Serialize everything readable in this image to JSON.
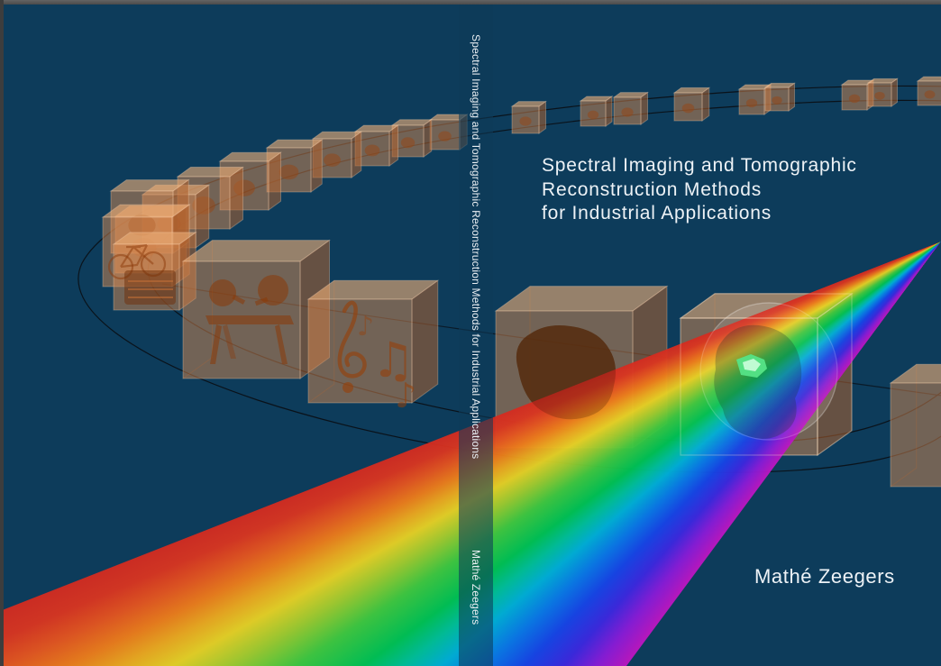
{
  "window": {
    "frame_top_color": "#575757",
    "frame_left_color": "#3d3d3d"
  },
  "cover": {
    "background_color": "#0d3c5b",
    "text_color": "#edf2f6",
    "front": {
      "title_lines": [
        "Spectral Imaging and Tomographic",
        "Reconstruction Methods",
        "for Industrial Applications"
      ],
      "author": "Mathé Zeegers"
    },
    "spine": {
      "title": "Spectral Imaging and Tomographic Reconstruction Methods for Industrial Applications",
      "author": "Mathé Zeegers"
    },
    "artwork": {
      "cube_color": "#d5864d",
      "track_line_color": "#0a0e14",
      "highlight_green": "#55e487",
      "spectrum_colors": [
        "#d42b20",
        "#ee7d1a",
        "#e8d224",
        "#3fc93f",
        "#00c353",
        "#00b0d8",
        "#0a78e8",
        "#3c28e0",
        "#8a1bd8",
        "#c015c0"
      ],
      "cube_content_icons": [
        "bicycle",
        "record-player",
        "table-tennis",
        "music-notes",
        "specimen-blob",
        "scanned-apple"
      ]
    }
  }
}
